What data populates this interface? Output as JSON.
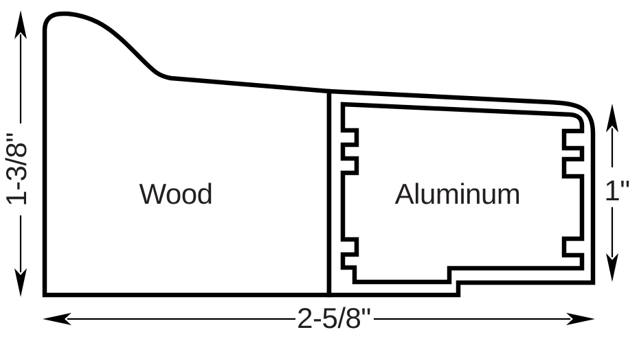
{
  "diagram": {
    "type": "cross-section",
    "materials": {
      "wood_label": "Wood",
      "aluminum_label": "Aluminum"
    },
    "dimensions": {
      "overall_height": "1-3/8\"",
      "overall_width": "2-5/8\"",
      "aluminum_height": "1\""
    },
    "colors": {
      "outline": "#000000",
      "text": "#231f20",
      "background": "#ffffff"
    }
  }
}
